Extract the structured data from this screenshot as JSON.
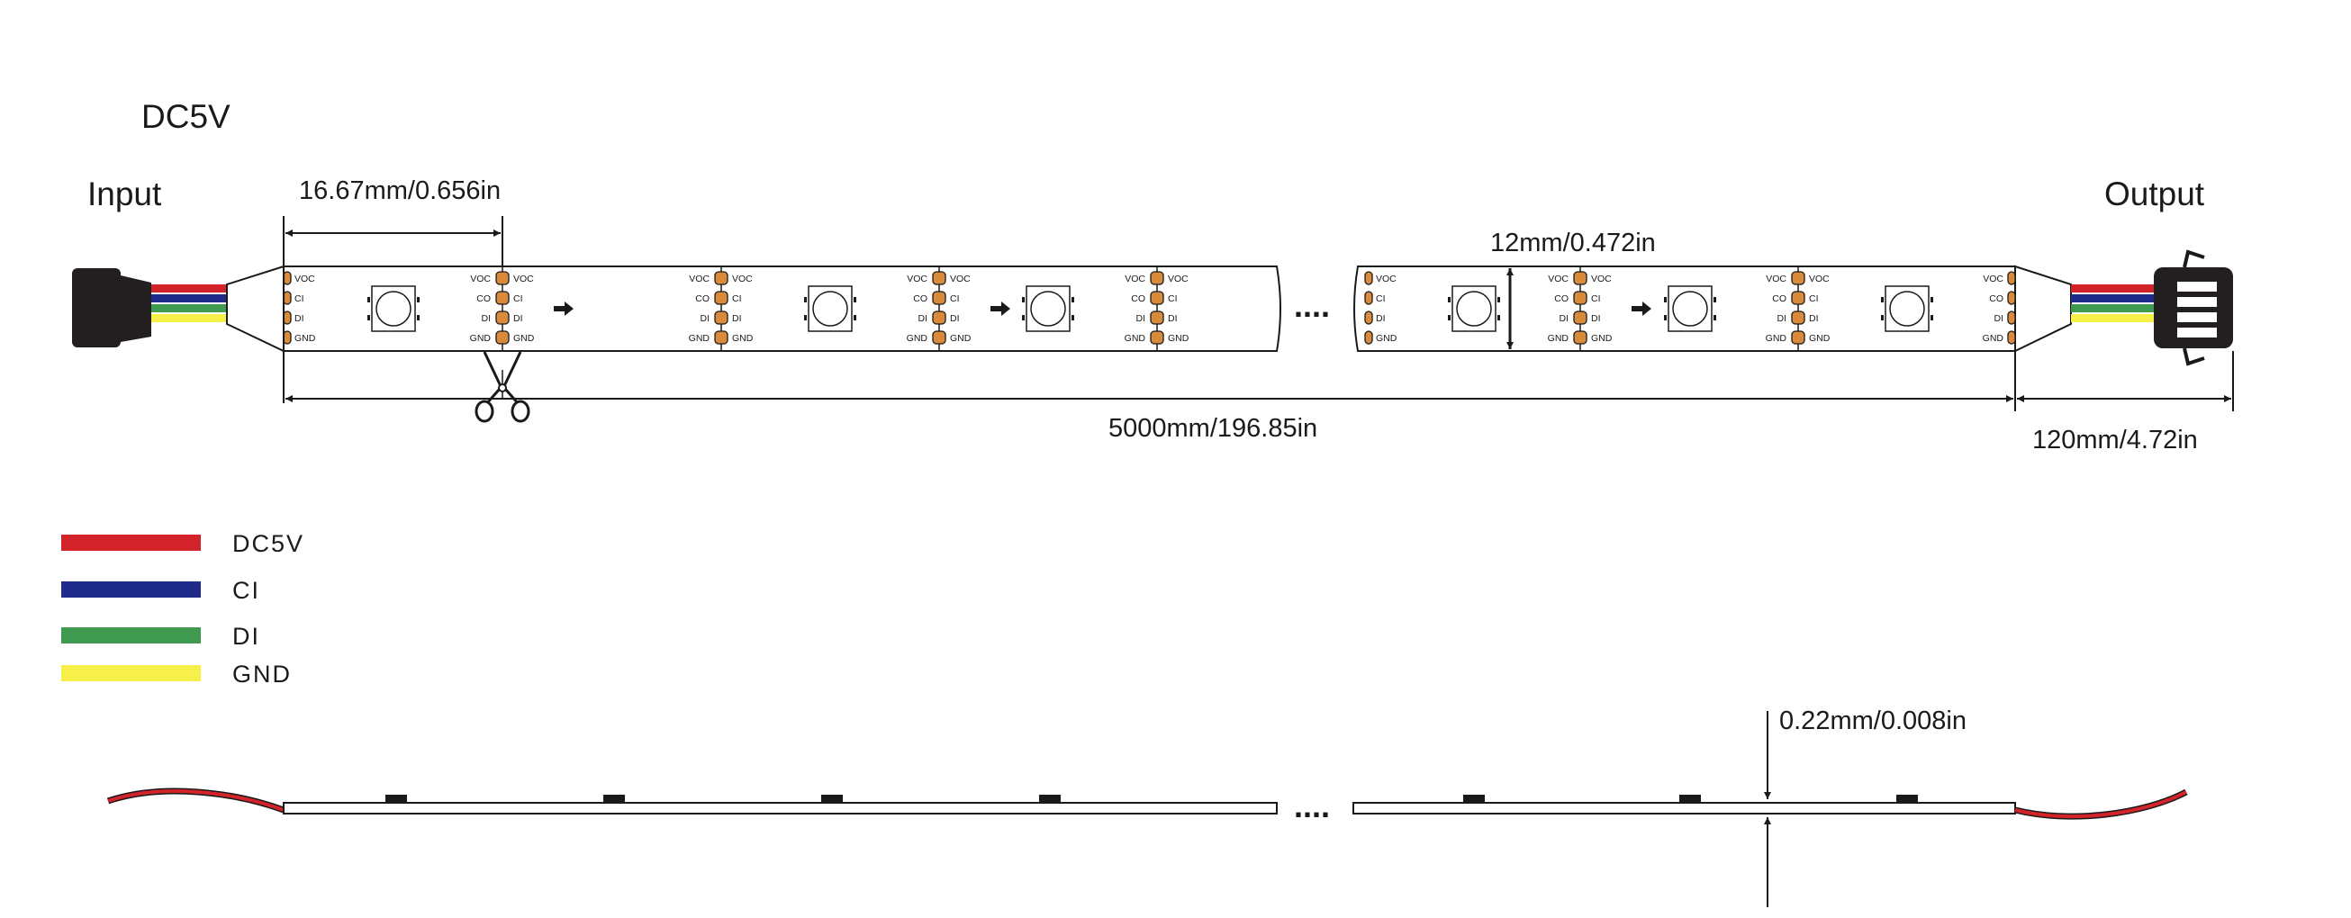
{
  "title": "DC5V",
  "input_label": "Input",
  "output_label": "Output",
  "dimensions": {
    "cut_length": "16.67mm/0.656in",
    "width": "12mm/0.472in",
    "total_length": "5000mm/196.85in",
    "lead_length": "120mm/4.72in",
    "thickness": "0.22mm/0.008in"
  },
  "pads": {
    "out_side": [
      "VOC",
      "CO",
      "DI",
      "GND"
    ],
    "in_side": [
      "VOC",
      "CI",
      "DI",
      "GND"
    ]
  },
  "ellipsis": "....",
  "legend": [
    {
      "label": "DC5V",
      "color": "#d2232a"
    },
    {
      "label": "CI",
      "color": "#1f2a8a"
    },
    {
      "label": "DI",
      "color": "#3f9a4f"
    },
    {
      "label": "GND",
      "color": "#f7ef4a"
    }
  ],
  "colors": {
    "pad": "#d98a3a",
    "line": "#1a1a1a",
    "connector": "#231f20"
  },
  "icons": [
    "scissors-icon",
    "arrow-right-icon"
  ]
}
